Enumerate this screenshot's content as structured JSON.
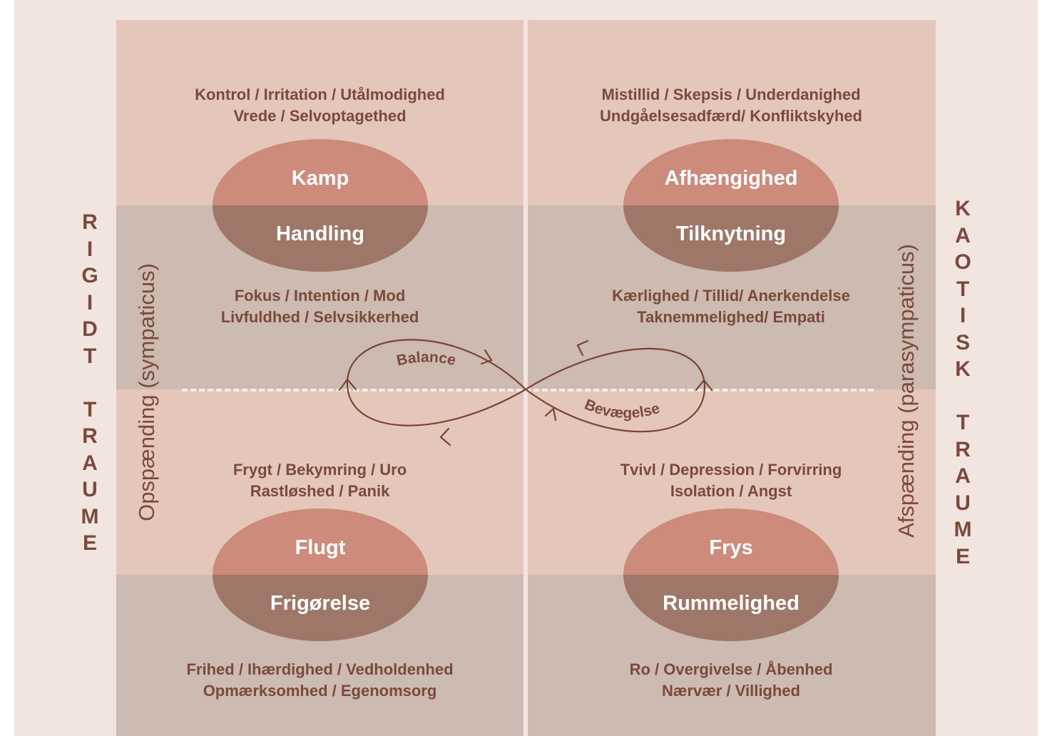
{
  "quadrants": {
    "top_left": {
      "top_text": [
        "Kontrol / Irritation / Utålmodighed",
        "Vrede / Selvoptagethed"
      ],
      "oval_top": "Kamp",
      "oval_bottom": "Handling",
      "bottom_text": [
        "Fokus / Intention / Mod",
        "Livfuldhed / Selvsikkerhed"
      ]
    },
    "top_right": {
      "top_text": [
        "Mistillid / Skepsis / Underdanighed",
        "Undgåelsesadfærd/ Konfliktskyhed"
      ],
      "oval_top": "Afhængighed",
      "oval_bottom": "Tilknytning",
      "bottom_text": [
        "Kærlighed / Tillid/ Anerkendelse",
        "Taknemmelighed/ Empati"
      ]
    },
    "bottom_left": {
      "top_text": [
        "Frygt / Bekymring / Uro",
        "Rastløshed / Panik"
      ],
      "oval_top": "Flugt",
      "oval_bottom": "Frigørelse",
      "bottom_text": [
        "Frihed / Ihærdighed / Vedholdenhed",
        "Opmærksomhed / Egenomsorg"
      ]
    },
    "bottom_right": {
      "top_text": [
        "Tvivl / Depression / Forvirring",
        "Isolation / Angst"
      ],
      "oval_top": "Frys",
      "oval_bottom": "Rummelighed",
      "bottom_text": [
        "Ro / Overgivelse / Åbenhed",
        "Nærvær / Villighed"
      ]
    }
  },
  "side_labels": {
    "left": [
      "R",
      "I",
      "G",
      "I",
      "D",
      "T",
      "",
      "T",
      "R",
      "A",
      "U",
      "M",
      "E"
    ],
    "right": [
      "K",
      "A",
      "O",
      "T",
      "I",
      "S",
      "K",
      "",
      "T",
      "R",
      "A",
      "U",
      "M",
      "E"
    ]
  },
  "axis_labels": {
    "left": "Opspænding (sympaticus)",
    "right": "Afspænding (parasympaticus)"
  },
  "infinity": {
    "label_top": "Balance",
    "label_bottom": "Bevægelse"
  },
  "colors": {
    "background": "#f2e5e0",
    "pink_band": "#e5c6bb",
    "taupe_band": "#cdbab0",
    "oval_top": "#cc8b7b",
    "oval_bottom": "#9e7769",
    "text": "#7a4a3c",
    "loop": "#7a4434"
  }
}
